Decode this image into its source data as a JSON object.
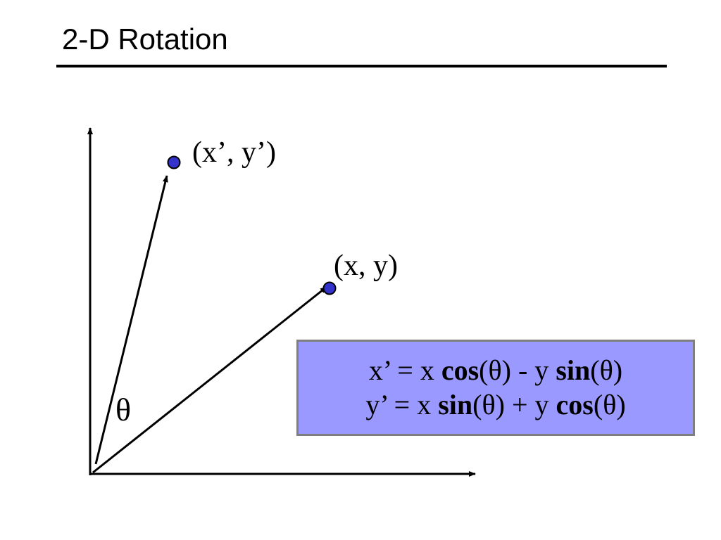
{
  "slide": {
    "title": "2-D Rotation"
  },
  "diagram": {
    "point_rotated_label": "(x’, y’)",
    "point_original_label": "(x, y)",
    "angle_label": "θ",
    "point_color": "#3333cc",
    "box_color": "#9999ff",
    "box_border_color": "#7f7f7f"
  },
  "formulas": {
    "line1": {
      "lhs": "x’ = x ",
      "fn1": "cos",
      "arg1": "(θ)",
      "op": " - y ",
      "fn2": "sin",
      "arg2": "(θ)"
    },
    "line2": {
      "lhs": "y’ = x ",
      "fn1": "sin",
      "arg1": "(θ)",
      "op": " + y ",
      "fn2": "cos",
      "arg2": "(θ)"
    }
  }
}
